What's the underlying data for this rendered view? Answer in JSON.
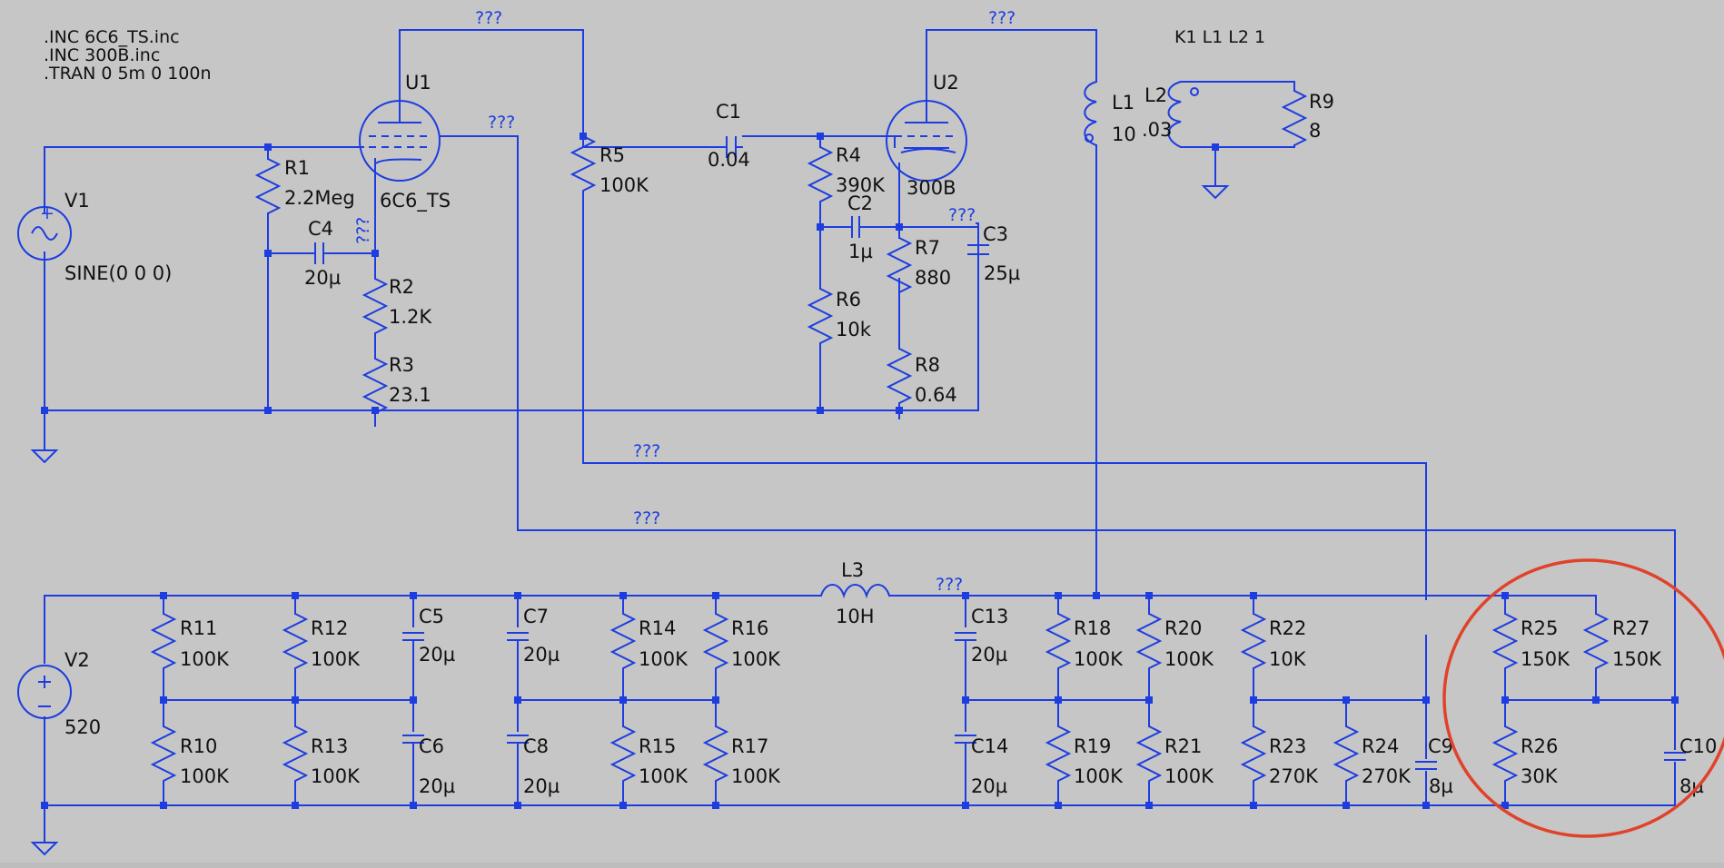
{
  "directives": [
    ".INC 6C6_TS.inc",
    ".INC 300B.inc",
    ".TRAN 0 5m 0 100n"
  ],
  "coupling": "K1 L1 L2 1",
  "net_unknown": "???",
  "colors": {
    "background": "#c6c6c6",
    "wire": "#1d3de0",
    "label": "#111111",
    "highlight": "#e0422a"
  },
  "components": {
    "V1": {
      "name": "V1",
      "value": "SINE(0 0 0)"
    },
    "V2": {
      "name": "V2",
      "value": "520"
    },
    "U1": {
      "name": "U1",
      "value": "6C6_TS"
    },
    "U2": {
      "name": "U2",
      "value": "300B"
    },
    "R1": {
      "name": "R1",
      "value": "2.2Meg"
    },
    "R2": {
      "name": "R2",
      "value": "1.2K"
    },
    "R3": {
      "name": "R3",
      "value": "23.1"
    },
    "R4": {
      "name": "R4",
      "value": "390K"
    },
    "R5": {
      "name": "R5",
      "value": "100K"
    },
    "R6": {
      "name": "R6",
      "value": "10k"
    },
    "R7": {
      "name": "R7",
      "value": "880"
    },
    "R8": {
      "name": "R8",
      "value": "0.64"
    },
    "R9": {
      "name": "R9",
      "value": "8"
    },
    "R10": {
      "name": "R10",
      "value": "100K"
    },
    "R11": {
      "name": "R11",
      "value": "100K"
    },
    "R12": {
      "name": "R12",
      "value": "100K"
    },
    "R13": {
      "name": "R13",
      "value": "100K"
    },
    "R14": {
      "name": "R14",
      "value": "100K"
    },
    "R15": {
      "name": "R15",
      "value": "100K"
    },
    "R16": {
      "name": "R16",
      "value": "100K"
    },
    "R17": {
      "name": "R17",
      "value": "100K"
    },
    "R18": {
      "name": "R18",
      "value": "100K"
    },
    "R19": {
      "name": "R19",
      "value": "100K"
    },
    "R20": {
      "name": "R20",
      "value": "100K"
    },
    "R21": {
      "name": "R21",
      "value": "100K"
    },
    "R22": {
      "name": "R22",
      "value": "10K"
    },
    "R23": {
      "name": "R23",
      "value": "270K"
    },
    "R24": {
      "name": "R24",
      "value": "270K"
    },
    "R25": {
      "name": "R25",
      "value": "150K"
    },
    "R26": {
      "name": "R26",
      "value": "30K"
    },
    "R27": {
      "name": "R27",
      "value": "150K"
    },
    "C1": {
      "name": "C1",
      "value": "0.04"
    },
    "C2": {
      "name": "C2",
      "value": "1µ"
    },
    "C3": {
      "name": "C3",
      "value": "25µ"
    },
    "C4": {
      "name": "C4",
      "value": "20µ"
    },
    "C5": {
      "name": "C5",
      "value": "20µ"
    },
    "C6": {
      "name": "C6",
      "value": "20µ"
    },
    "C7": {
      "name": "C7",
      "value": "20µ"
    },
    "C8": {
      "name": "C8",
      "value": "20µ"
    },
    "C9": {
      "name": "C9",
      "value": "8µ"
    },
    "C10": {
      "name": "C10",
      "value": "8µ"
    },
    "C13": {
      "name": "C13",
      "value": "20µ"
    },
    "C14": {
      "name": "C14",
      "value": "20µ"
    },
    "L1": {
      "name": "L1",
      "value": "10"
    },
    "L2": {
      "name": "L2",
      "value": ".03"
    },
    "L3": {
      "name": "L3",
      "value": "10H"
    }
  }
}
